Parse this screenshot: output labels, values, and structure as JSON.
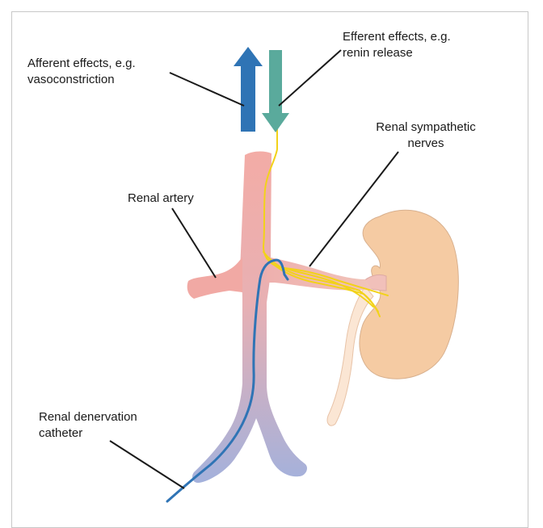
{
  "labels": {
    "afferent": {
      "line1": "Afferent effects, e.g.",
      "line2": "vasoconstriction"
    },
    "efferent": {
      "line1": "Efferent effects, e.g.",
      "line2": "renin release"
    },
    "sympathetic": {
      "line1": "Renal sympathetic",
      "line2": "nerves"
    },
    "artery": {
      "line1": "Renal artery"
    },
    "catheter": {
      "line1": "Renal denervation",
      "line2": "catheter"
    }
  },
  "colors": {
    "afferent_arrow": "#2f74b5",
    "efferent_arrow": "#5aaa9c",
    "nerve": "#f2d21a",
    "catheter": "#2f74b5",
    "kidney": "#f5cba3",
    "aorta_top": "#f2aaa5",
    "aorta_bottom": "#a6b2dc",
    "ureter": "#fbe6d4"
  }
}
